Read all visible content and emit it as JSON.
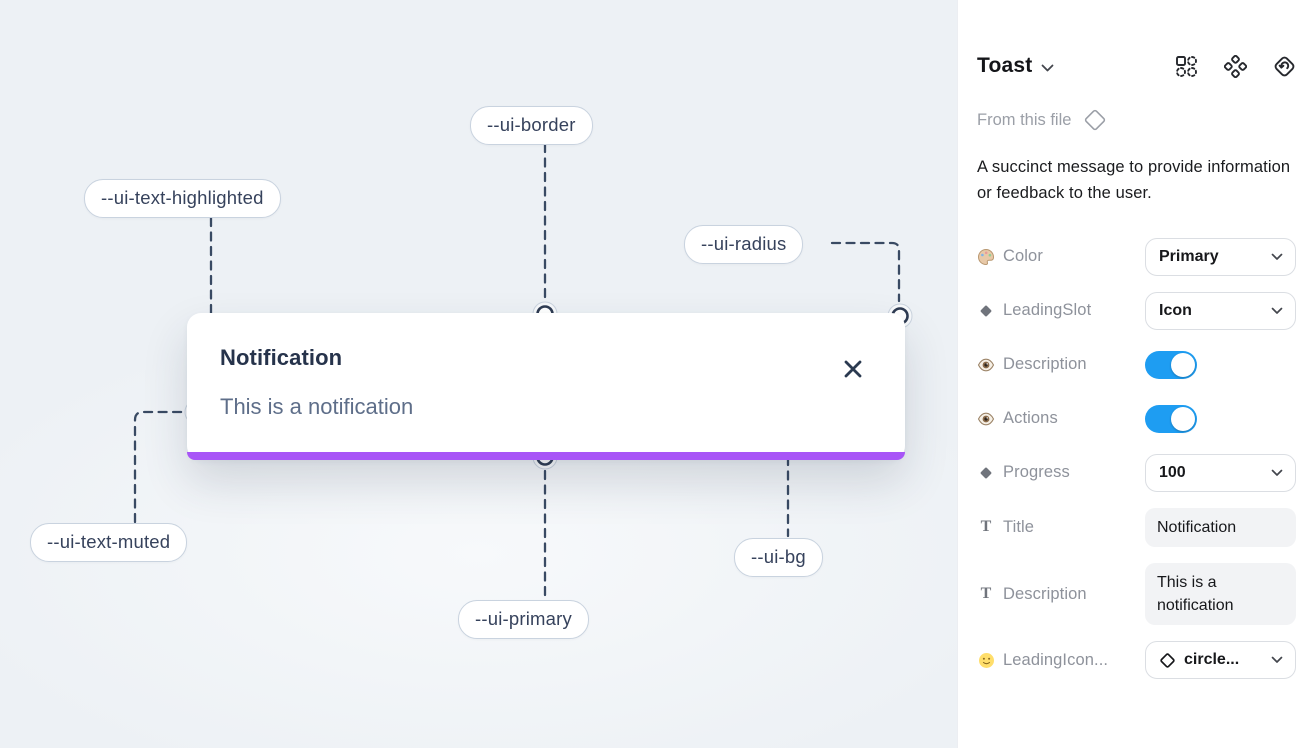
{
  "colors": {
    "primary": "#a855f7",
    "toggle_on": "#1e9df2",
    "canvas_bg": "#edf1f5",
    "connector": "#394a63"
  },
  "canvas": {
    "toast": {
      "title": "Notification",
      "description": "This is a notification",
      "close_icon": "x-icon",
      "progress_value_shown_as_full_bar": true
    },
    "labels": {
      "border": "--ui-border",
      "text_highlighted": "--ui-text-highlighted",
      "radius": "--ui-radius",
      "text_muted": "--ui-text-muted",
      "primary": "--ui-primary",
      "bg": "--ui-bg"
    }
  },
  "panel": {
    "title": "Toast",
    "title_caret_icon": "chevron-down-icon",
    "header_icons": [
      "component-grid-icon",
      "component-set-icon",
      "swap-reset-icon"
    ],
    "source": "From this file",
    "source_icon": "diamond-outline-icon",
    "description": "A succinct message to provide information or feedback to the user.",
    "properties": [
      {
        "icon": "palette-icon",
        "label": "Color",
        "type": "select",
        "value": "Primary"
      },
      {
        "icon": "diamond-icon",
        "label": "LeadingSlot",
        "type": "select",
        "value": "Icon"
      },
      {
        "icon": "eye-icon",
        "label": "Description",
        "type": "toggle",
        "value": true
      },
      {
        "icon": "eye-icon",
        "label": "Actions",
        "type": "toggle",
        "value": true
      },
      {
        "icon": "diamond-icon",
        "label": "Progress",
        "type": "select",
        "value": "100"
      },
      {
        "icon": "text-icon",
        "label": "Title",
        "type": "text",
        "value": "Notification"
      },
      {
        "icon": "text-icon",
        "label": "Description",
        "type": "text",
        "value": "This is a notification"
      },
      {
        "icon": "smiley-icon",
        "label": "LeadingIcon...",
        "type": "select",
        "value": "circle...",
        "value_icon": "diamond-outline-icon"
      }
    ]
  }
}
